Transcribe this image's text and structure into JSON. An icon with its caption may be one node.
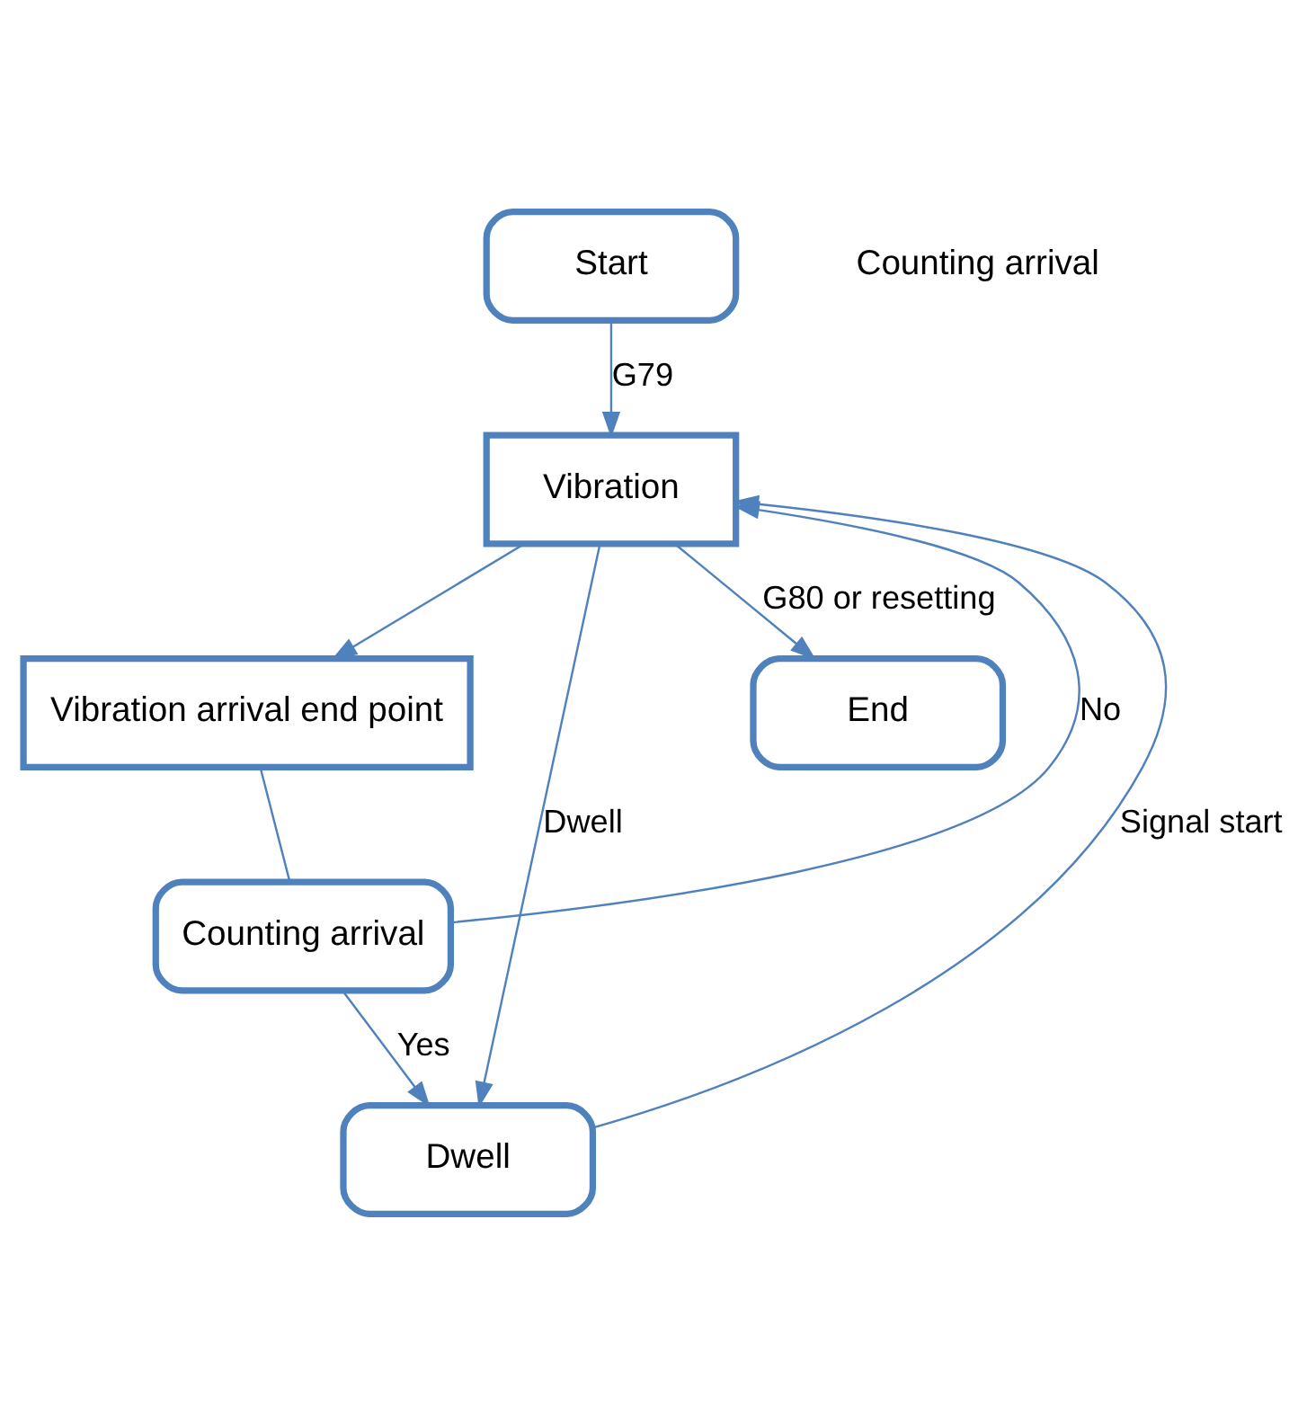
{
  "diagram": {
    "nodes": [
      {
        "text": [
          "Start"
        ],
        "beside": [
          "Counting arrival"
        ]
      },
      {
        "text": [
          "Vibration"
        ]
      },
      {
        "text": [
          "Vibration arrival end point"
        ]
      },
      {
        "text": [
          "Counting arrival"
        ]
      },
      {
        "text": [
          "Dwell"
        ]
      },
      {
        "text": [
          "End"
        ]
      }
    ],
    "edges": [
      {
        "from": 0,
        "to": 1,
        "arrow": "to",
        "label": "G79"
      },
      {
        "from": 1,
        "to": 2,
        "arrow": "to"
      },
      {
        "from": 2,
        "to": 3,
        "arrow": "none"
      },
      {
        "from": 3,
        "to": 4,
        "arrow": "to",
        "label": "Yes"
      },
      {
        "from": 3,
        "to": 1,
        "arrow": "to",
        "label": "No"
      },
      {
        "from": 4,
        "to": 1,
        "arrow": "to",
        "label": "Signal start"
      },
      {
        "from": 1,
        "to": 4,
        "arrow": "to",
        "label": "Dwell"
      },
      {
        "from": 1,
        "to": 5,
        "arrow": "to",
        "label": "G80 or resetting"
      }
    ]
  }
}
